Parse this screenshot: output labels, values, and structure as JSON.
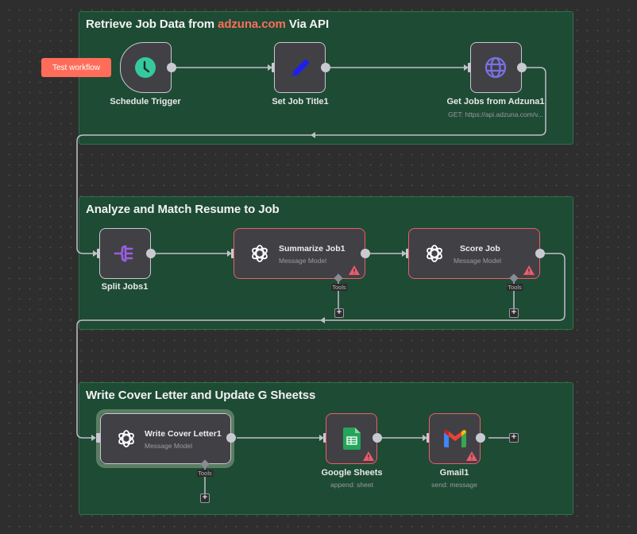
{
  "toolbar": {
    "test_workflow_label": "Test workflow"
  },
  "groups": [
    {
      "title_prefix": "Retrieve Job Data from ",
      "title_accent": "adzuna.com",
      "title_suffix": " Via API"
    },
    {
      "title": "Analyze and Match Resume to Job"
    },
    {
      "title": "Write Cover Letter and Update G Sheetss"
    }
  ],
  "nodes": {
    "schedule_trigger": {
      "label": "Schedule Trigger",
      "icon": "clock-icon"
    },
    "set_job_title": {
      "label": "Set Job Title1",
      "icon": "pencil-icon"
    },
    "get_jobs": {
      "label": "Get Jobs from Adzuna1",
      "subtitle": "GET: https://api.adzuna.com/v...",
      "icon": "globe-icon"
    },
    "split_jobs": {
      "label": "Split Jobs1",
      "icon": "split-out-icon"
    },
    "summarize_job": {
      "label": "Summarize Job1",
      "subtitle": "Message Model",
      "icon": "openai-icon",
      "tools_label": "Tools",
      "warning": true
    },
    "score_job": {
      "label": "Score Job",
      "subtitle": "Message Model",
      "icon": "openai-icon",
      "tools_label": "Tools",
      "warning": true
    },
    "write_cover_letter": {
      "label": "Write Cover Letter1",
      "subtitle": "Message Model",
      "icon": "openai-icon",
      "tools_label": "Tools",
      "selected": true
    },
    "google_sheets": {
      "label": "Google Sheets",
      "subtitle": "append: sheet",
      "icon": "google-sheets-icon",
      "warning": true
    },
    "gmail": {
      "label": "Gmail1",
      "subtitle": "send: message",
      "icon": "gmail-icon",
      "warning": true
    }
  },
  "colors": {
    "canvas": "#2e2e2e",
    "group_fill": "#1e4b34",
    "group_border": "#2f7049",
    "accent": "#ff6d5a",
    "node_fill": "#414145",
    "warning": "#ee5b6a",
    "trigger_icon": "#35c9a0",
    "split_icon": "#9b5fe0",
    "globe_icon": "#7a71e6",
    "pencil_icon": "#1e1ef0"
  }
}
